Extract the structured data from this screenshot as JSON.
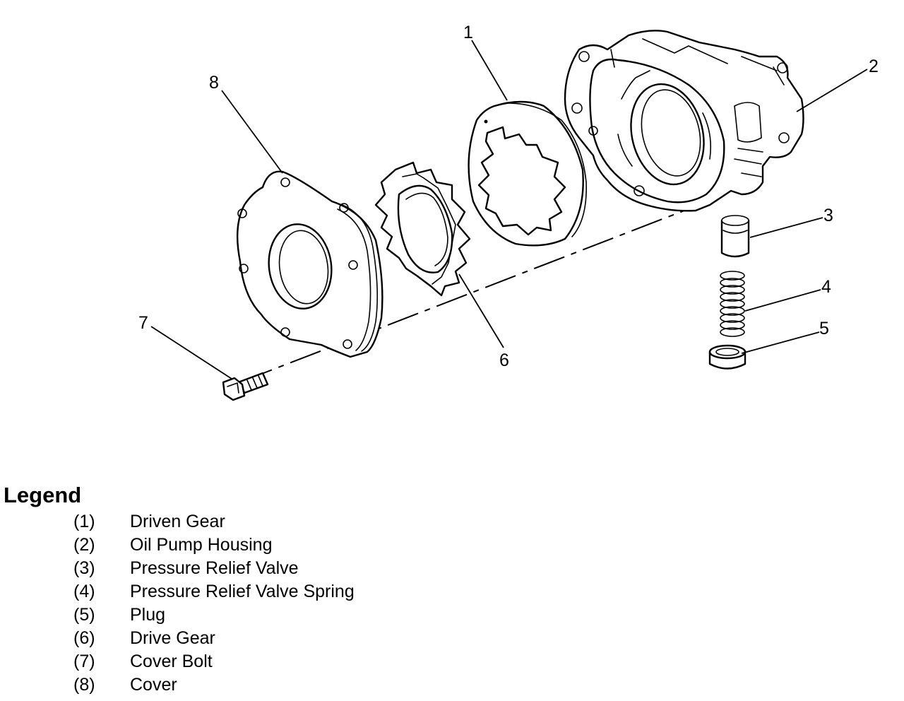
{
  "callouts": [
    "1",
    "2",
    "3",
    "4",
    "5",
    "6",
    "7",
    "8"
  ],
  "legend": {
    "title": "Legend",
    "items": [
      {
        "num": "(1)",
        "label": "Driven Gear"
      },
      {
        "num": "(2)",
        "label": "Oil Pump Housing"
      },
      {
        "num": "(3)",
        "label": "Pressure Relief Valve"
      },
      {
        "num": "(4)",
        "label": "Pressure Relief Valve Spring"
      },
      {
        "num": "(5)",
        "label": "Plug"
      },
      {
        "num": "(6)",
        "label": "Drive Gear"
      },
      {
        "num": "(7)",
        "label": "Cover Bolt"
      },
      {
        "num": "(8)",
        "label": "Cover"
      }
    ]
  }
}
